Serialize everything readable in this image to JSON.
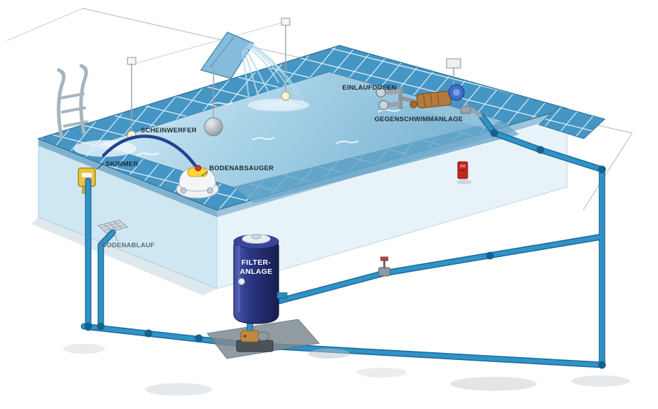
{
  "labels": {
    "scheinwerfer": "SCHEINWERFER",
    "skimmer": "SKIMMER",
    "bodenabsauger": "BODENABSAUGER",
    "bodenablauf": "BODENABLAUF",
    "einlaufduesen": "EINLAUFDÜSEN",
    "gegenschwimmanlage": "GEGENSCHWIMMANLAGE",
    "filteranlage_line1": "FILTER-",
    "filteranlage_line2": "ANLAGE"
  },
  "colors": {
    "pipe": "#2f93c9",
    "pipe_outline": "#1d6a96",
    "tile_blue": "#4596c4",
    "water_light": "#ddeff8",
    "water_deep": "#7cb4d3",
    "filter_tank_navy": "#232f6e",
    "skimmer_yellow": "#eec63f",
    "vacuum_yellow": "#ffd43c",
    "heater_red": "#c4281e",
    "label_text": "#1c2a33"
  }
}
